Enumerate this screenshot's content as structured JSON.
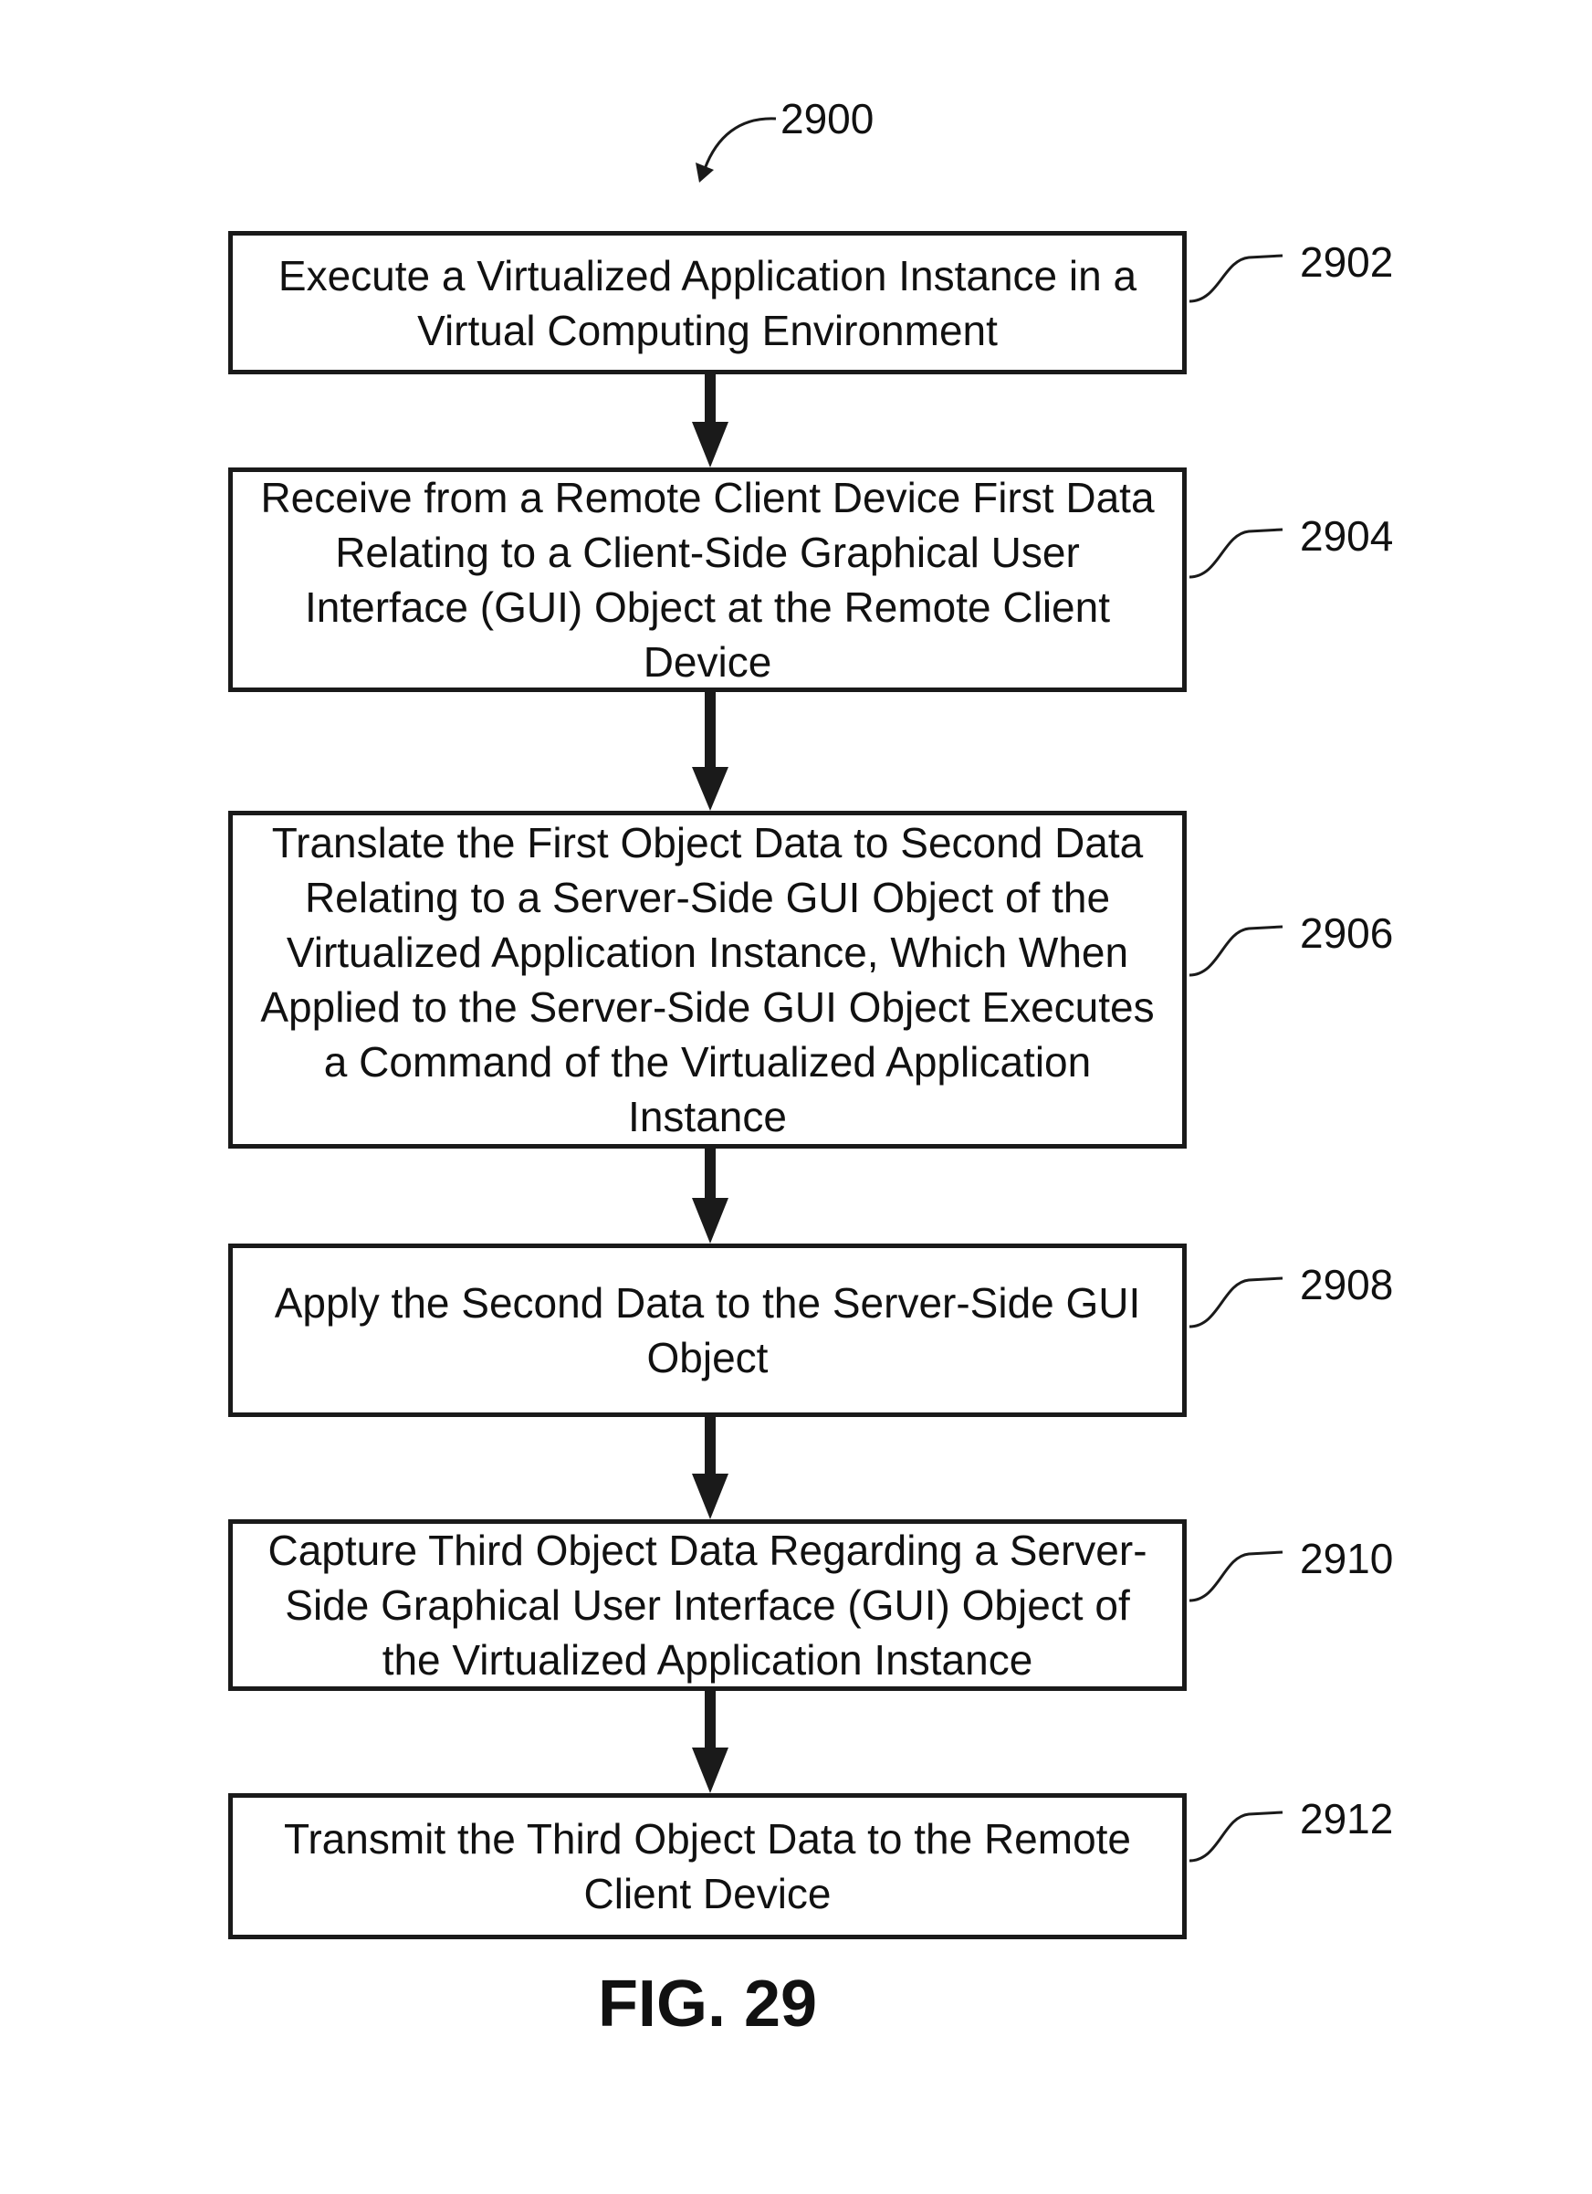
{
  "figure": {
    "overall_ref": "2900",
    "caption": "FIG. 29"
  },
  "steps": [
    {
      "ref": "2902",
      "text": "Execute a Virtualized Application Instance in a Virtual Computing Environment"
    },
    {
      "ref": "2904",
      "text": "Receive from a Remote Client Device First Data Relating to a Client-Side Graphical User Interface (GUI) Object at the Remote Client Device"
    },
    {
      "ref": "2906",
      "text": "Translate the First Object Data to Second Data Relating to a Server-Side GUI Object of the Virtualized Application Instance, Which When Applied to the Server-Side GUI Object Executes a Command of the Virtualized Application Instance"
    },
    {
      "ref": "2908",
      "text": "Apply the Second Data to the Server-Side GUI Object"
    },
    {
      "ref": "2910",
      "text": "Capture Third Object Data Regarding a Server-Side Graphical User Interface (GUI) Object of the Virtualized Application Instance"
    },
    {
      "ref": "2912",
      "text": "Transmit the Third Object Data to the Remote Client Device"
    }
  ],
  "colors": {
    "line": "#1a1a1a",
    "background": "#ffffff"
  }
}
